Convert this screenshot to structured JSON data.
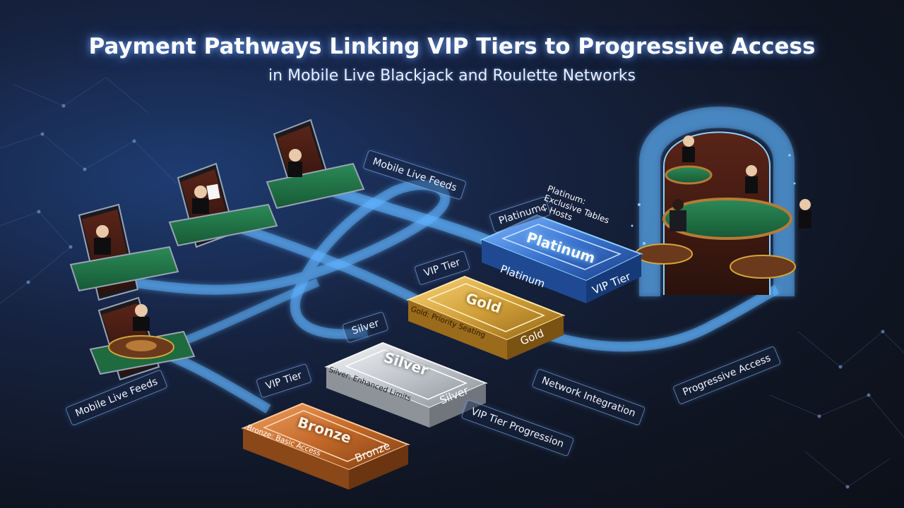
{
  "title": "Payment Pathways Linking VIP Tiers to Progressive Access",
  "subtitle": "in Mobile Live Blackjack and Roulette Networks",
  "labels": {
    "mobile_feeds_top": "Mobile Live Feeds",
    "mobile_feeds_left": "Mobile Live Feeds",
    "network_integration": "Network Integration",
    "vip_tier_progression": "VIP Tier Progression",
    "progressive_access": "Progressive Access"
  },
  "tiers": [
    {
      "key": "bronze",
      "name": "Bronze",
      "edge": "Bronze",
      "desc": "Bronze: Basic Access",
      "tag": "VIP Tier",
      "color": "#c8742f"
    },
    {
      "key": "silver",
      "name": "Silver",
      "edge": "Silver",
      "desc": "Silver: Enhanced Limits",
      "tag": "Silver",
      "color": "#c9ccd2"
    },
    {
      "key": "gold",
      "name": "Gold",
      "edge": "Gold",
      "desc": "Gold: Priority Seating",
      "tag": "VIP Tier",
      "color": "#d7a53a"
    },
    {
      "key": "platinum",
      "name": "Platinum",
      "edge": "Platinum",
      "edge2": "VIP Tier",
      "desc": "Platinum: Exclusive Tables & Hosts",
      "tag": "Platinum",
      "color": "#4a86e0"
    }
  ],
  "colors": {
    "glow": "#5fb3ff",
    "accent": "#8fd0ff"
  }
}
